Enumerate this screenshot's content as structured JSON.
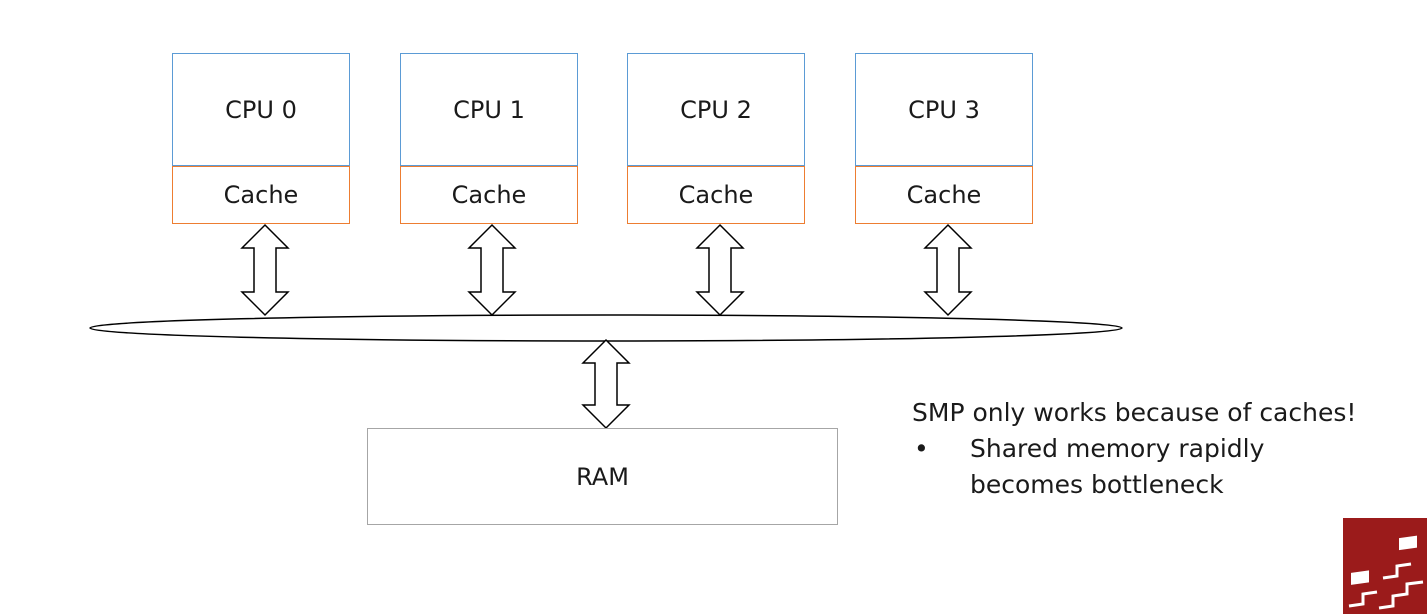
{
  "cpus": [
    {
      "label": "CPU 0",
      "cache_label": "Cache"
    },
    {
      "label": "CPU 1",
      "cache_label": "Cache"
    },
    {
      "label": "CPU 2",
      "cache_label": "Cache"
    },
    {
      "label": "CPU 3",
      "cache_label": "Cache"
    }
  ],
  "ram": {
    "label": "RAM"
  },
  "note": {
    "heading": "SMP only works because of caches!",
    "bullet_symbol": "•",
    "bullets": [
      "Shared memory rapidly becomes bottleneck"
    ]
  },
  "colors": {
    "cpu_border": "#5b9bd5",
    "cache_border": "#ed7d31",
    "ram_border": "#a6a6a6",
    "logo": "#9b1b1b"
  },
  "icons": {
    "logo": "university-logo-icon",
    "arrows": "double-headed-arrow-icon",
    "bus": "bus-ellipse"
  }
}
